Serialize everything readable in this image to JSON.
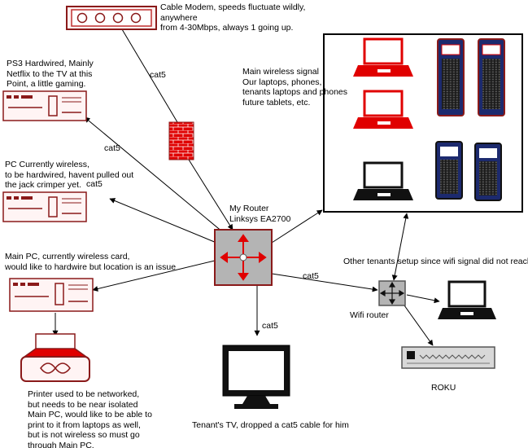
{
  "nodes": {
    "modem": "Cable Modem, speeds fluctuate wildly, anywhere\nfrom 4-30Mbps, always 1 going up.",
    "ps3": "PS3 Hardwired, Mainly\nNetflix to the TV at this\nPoint, a little gaming.",
    "pc": "PC Currently wireless,\nto be hardwired, havent pulled out\nthe jack crimper yet.",
    "main_pc": "Main PC, currently wireless card,\nwould like to hardwire but location is an issue",
    "printer": "Printer used to be networked,\nbut needs to be near isolated\nMain PC, would like to be able to\nprint to it from laptops as well,\nbut is not wireless so must go\nthrough Main PC.",
    "router": "My Router\nLinksys EA2700",
    "wireless_signal": "Main wireless signal\nOur laptops, phones,\ntenants laptops and phones\nfuture tablets, etc.",
    "other_tenants": "Other tenants setup since wifi signal did not reach",
    "wifi_router": "Wifi router",
    "roku": "ROKU",
    "tv": "Tenant's TV, dropped a cat5 cable for him"
  },
  "edges": {
    "modem_firewall": "cat5",
    "ps3_router": "cat5",
    "pc_router": "cat5",
    "router_tv": "cat5",
    "router_wifi": "cat5"
  },
  "colors": {
    "red": "#e00000",
    "dark_red": "#8a1a1a",
    "phone_blue": "#1c2a6e",
    "grey": "#b4b4b4"
  }
}
